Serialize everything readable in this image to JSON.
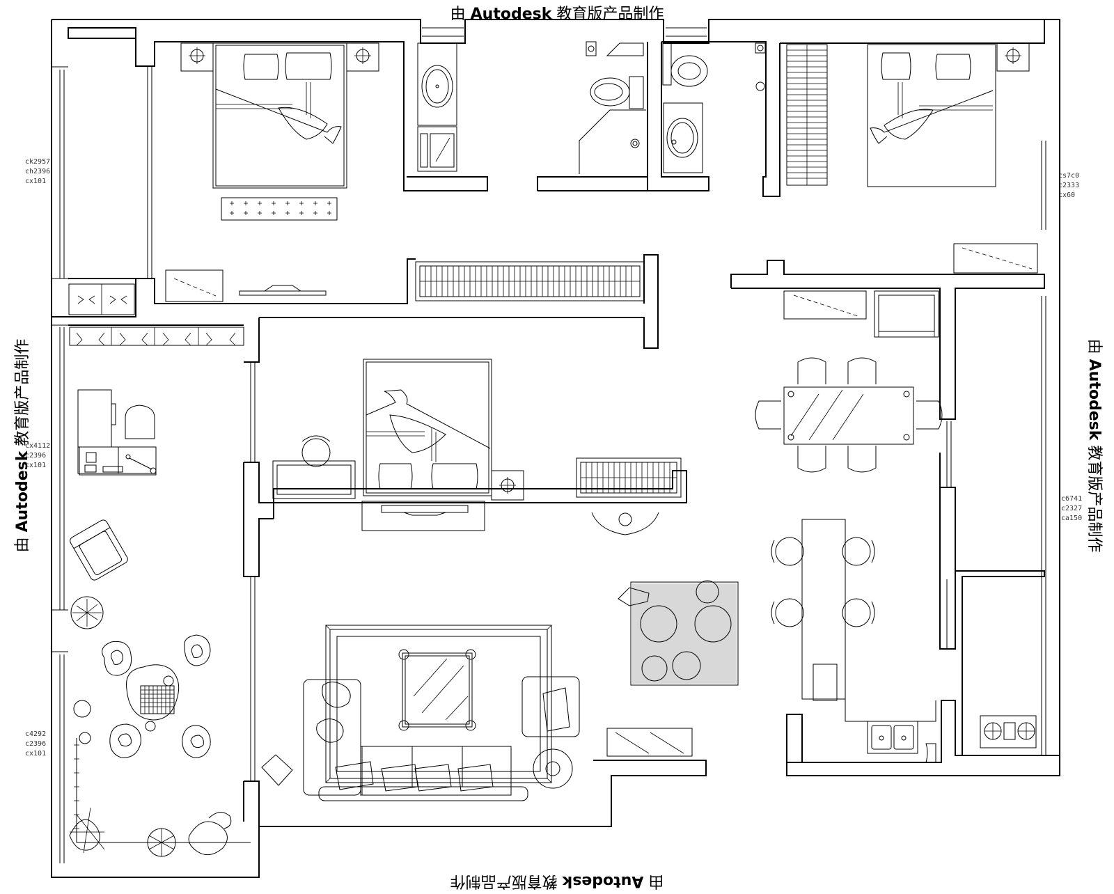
{
  "watermark": {
    "prefix": "由 ",
    "brand": "Autodesk",
    "suffix": " 教育版产品制作"
  },
  "window_tags": {
    "left_upper": [
      "ck2957",
      "ch2396",
      "cx101"
    ],
    "left_middle": [
      "cx4112",
      "c2396",
      "cx101"
    ],
    "left_lower": [
      "c4292",
      "c2396",
      "cx101"
    ],
    "right_upper": [
      "cs7c0",
      "c2333",
      "cx60"
    ],
    "right_middle": [
      "c6741",
      "c2327",
      "ca150"
    ]
  }
}
